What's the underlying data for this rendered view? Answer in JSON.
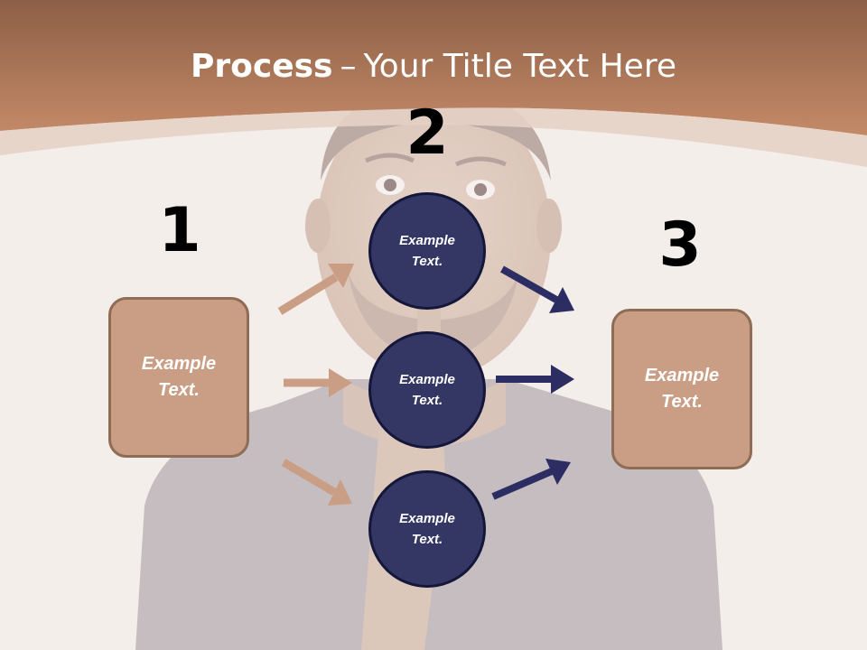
{
  "slide": {
    "title_bold": "Process",
    "title_dash": "–",
    "title_rest": "Your Title Text Here"
  },
  "steps": {
    "one": "1",
    "two": "2",
    "three": "3"
  },
  "boxes": {
    "left": "Example\nText.",
    "right": "Example\nText."
  },
  "circles": [
    "Example\nText.",
    "Example\nText.",
    "Example\nText."
  ],
  "colors": {
    "header_brown": "#b07a5c",
    "box_fill": "#c99e84",
    "box_border": "#8e6c55",
    "circle_fill": "#343663",
    "circle_border": "#14163a",
    "arrow_tan": "#c99e84",
    "arrow_navy": "#2b2d63"
  }
}
